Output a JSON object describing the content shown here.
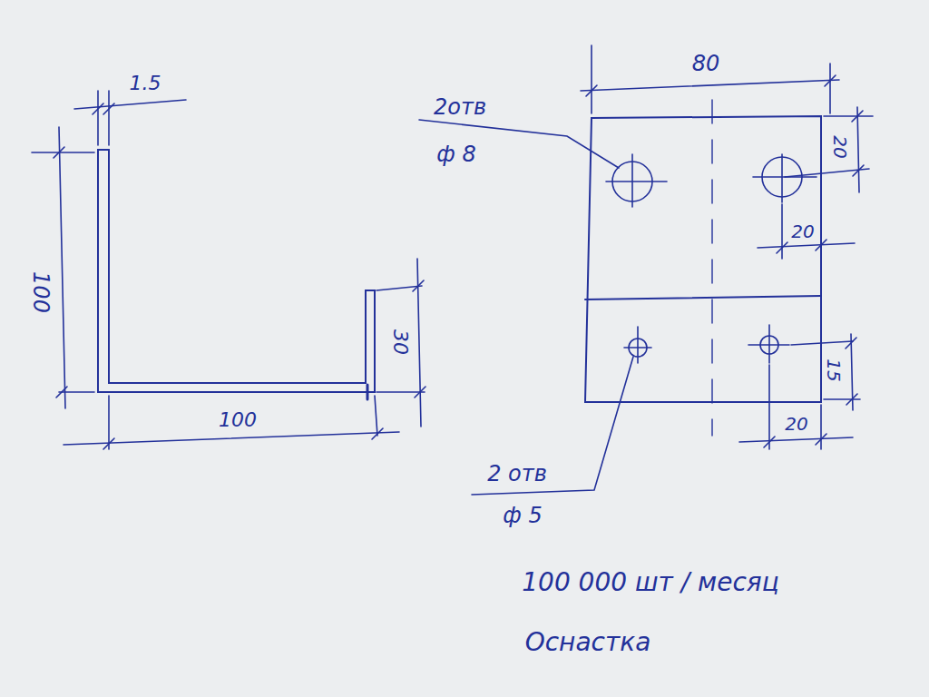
{
  "diagram": {
    "labels": [
      "1.5",
      "100",
      "30",
      "100",
      "80",
      "20",
      "20",
      "15",
      "20",
      "2отв",
      "ф 8",
      "2 отв",
      "ф 5",
      "100 000 шт / месяц",
      "Оснастка"
    ]
  }
}
